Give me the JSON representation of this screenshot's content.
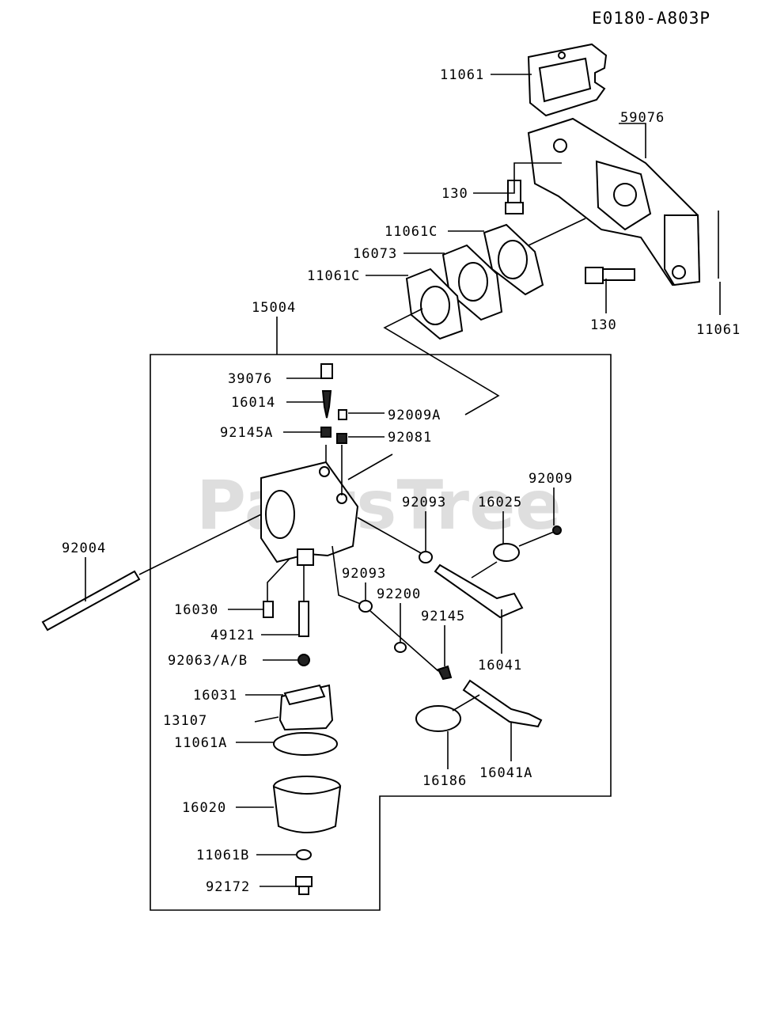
{
  "diagram_code": "E0180-A803P",
  "watermark": "PartsTree",
  "callouts": [
    {
      "id": "c-11061-top",
      "text": "11061"
    },
    {
      "id": "c-59076",
      "text": "59076"
    },
    {
      "id": "c-130-a",
      "text": "130"
    },
    {
      "id": "c-11061c-a",
      "text": "11061C"
    },
    {
      "id": "c-16073",
      "text": "16073"
    },
    {
      "id": "c-11061c-b",
      "text": "11061C"
    },
    {
      "id": "c-130-b",
      "text": "130"
    },
    {
      "id": "c-11061-right",
      "text": "11061"
    },
    {
      "id": "c-15004",
      "text": "15004"
    },
    {
      "id": "c-39076",
      "text": "39076"
    },
    {
      "id": "c-16014",
      "text": "16014"
    },
    {
      "id": "c-92009a",
      "text": "92009A"
    },
    {
      "id": "c-92145a",
      "text": "92145A"
    },
    {
      "id": "c-92081",
      "text": "92081"
    },
    {
      "id": "c-92009",
      "text": "92009"
    },
    {
      "id": "c-92093-a",
      "text": "92093"
    },
    {
      "id": "c-16025",
      "text": "16025"
    },
    {
      "id": "c-92004",
      "text": "92004"
    },
    {
      "id": "c-92093-b",
      "text": "92093"
    },
    {
      "id": "c-92200",
      "text": "92200"
    },
    {
      "id": "c-92145",
      "text": "92145"
    },
    {
      "id": "c-16030",
      "text": "16030"
    },
    {
      "id": "c-49121",
      "text": "49121"
    },
    {
      "id": "c-16041",
      "text": "16041"
    },
    {
      "id": "c-92063",
      "text": "92063/A/B"
    },
    {
      "id": "c-16031",
      "text": "16031"
    },
    {
      "id": "c-13107",
      "text": "13107"
    },
    {
      "id": "c-11061a",
      "text": "11061A"
    },
    {
      "id": "c-16186",
      "text": "16186"
    },
    {
      "id": "c-16041a",
      "text": "16041A"
    },
    {
      "id": "c-16020",
      "text": "16020"
    },
    {
      "id": "c-11061b",
      "text": "11061B"
    },
    {
      "id": "c-92172",
      "text": "92172"
    }
  ]
}
